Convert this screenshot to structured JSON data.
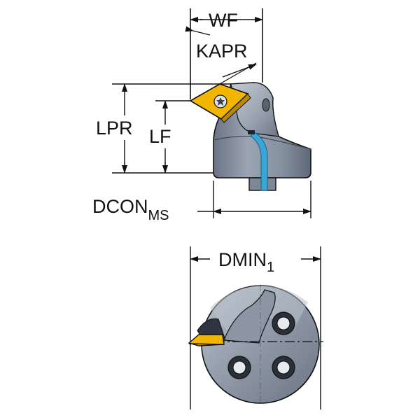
{
  "labels": {
    "wf": "WF",
    "kapr": "KAPR",
    "lpr": "LPR",
    "lf": "LF",
    "dcon": "DCON",
    "dcon_sub": "MS",
    "dmin": "DMIN",
    "dmin_sub": "1"
  },
  "colors": {
    "body": "#8e98a6",
    "body_light": "#b3bcc8",
    "body_dark": "#5d6674",
    "insert": "#f2b600",
    "coolant": "#3aa6d8",
    "line": "#111111"
  },
  "icons": [
    "torx-screw-icon",
    "mounting-hole-icon"
  ]
}
